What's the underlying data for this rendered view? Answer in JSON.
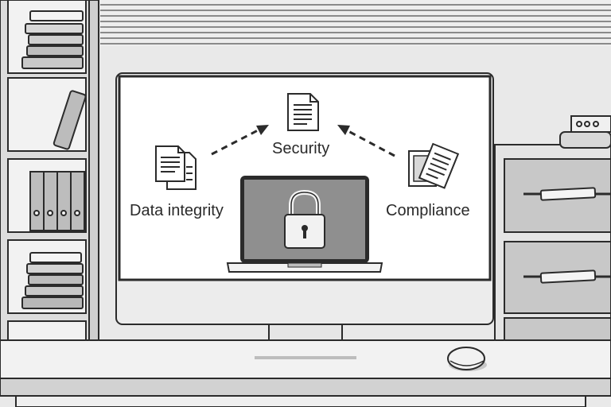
{
  "labels": {
    "security": "Security",
    "data_integrity": "Data integrity",
    "compliance": "Compliance"
  },
  "icons": {
    "top": "document-icon",
    "left": "documents-icon",
    "right": "checklist-icon",
    "center": "padlock-icon"
  },
  "colors": {
    "outline": "#2b2b2b",
    "screen": "#ffffff",
    "laptop_screen": "#8f8f8f",
    "furniture": "#c4c4c4",
    "wall": "#e9e9e9"
  }
}
